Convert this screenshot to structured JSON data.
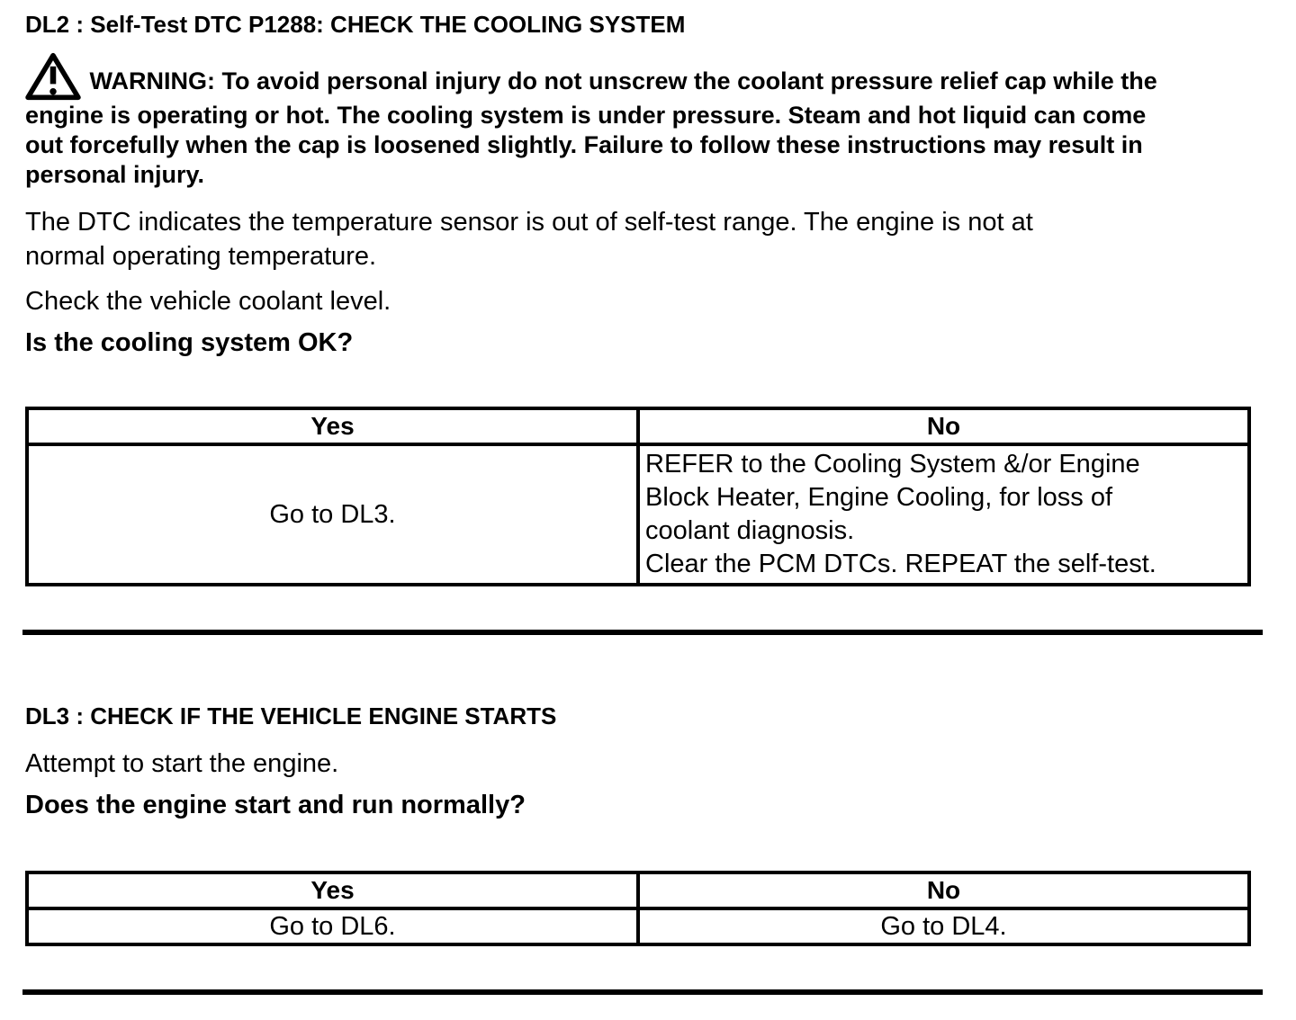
{
  "page": {
    "background": "#ffffff",
    "text_color": "#000000",
    "rule_color": "#000000"
  },
  "icons": {
    "warning_triangle": "⚠"
  },
  "sections": [
    {
      "id": "DL2",
      "heading": "DL2 : Self-Test DTC P1288: CHECK THE COOLING SYSTEM",
      "warning_lines": [
        "WARNING: To avoid personal injury do not unscrew the coolant pressure relief cap while the",
        "engine is operating or hot. The cooling system is under pressure. Steam and hot liquid can come",
        "out forcefully when the cap is loosened slightly. Failure to follow these instructions may result in",
        "personal injury."
      ],
      "dtc_paragraph_lines": [
        "The DTC indicates the temperature sensor is out of self-test range. The engine is not at",
        "normal operating temperature."
      ],
      "check_paragraph": "Check the vehicle coolant level.",
      "question": "Is the cooling system OK?",
      "table": {
        "headers": [
          "Yes",
          "No"
        ],
        "yes_action": "Go to DL3.",
        "no_action_lines": [
          "REFER to the Cooling System &/or Engine",
          "Block Heater, Engine Cooling, for loss of",
          "coolant diagnosis.",
          "Clear the PCM DTCs. REPEAT the self-test."
        ]
      }
    },
    {
      "id": "DL3",
      "heading": "DL3 : CHECK IF THE VEHICLE ENGINE STARTS",
      "attempt_paragraph": "Attempt to start the engine.",
      "question": "Does the engine start and run normally?",
      "table": {
        "headers": [
          "Yes",
          "No"
        ],
        "yes_action": "Go to DL6.",
        "no_action": "Go to DL4."
      }
    }
  ]
}
